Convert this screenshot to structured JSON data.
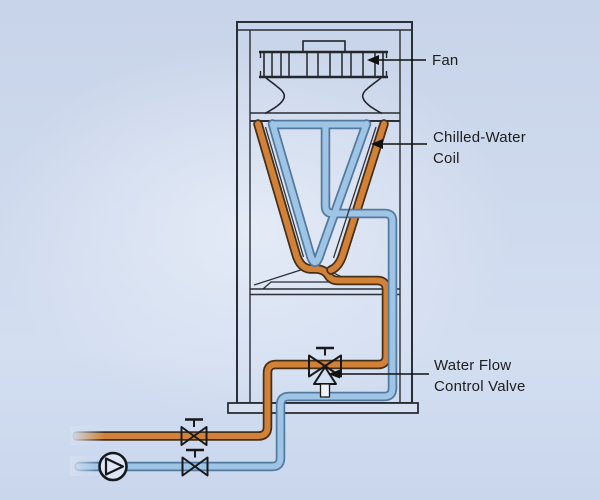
{
  "labels": {
    "fan": "Fan",
    "coil_line1": "Chilled-Water",
    "coil_line2": "Coil",
    "valve_line1": "Water Flow",
    "valve_line2": "Control Valve"
  },
  "icons": {
    "pump": "circle-with-right-triangle",
    "shutoff_valve": "bowtie-with-stem",
    "control_valve": "three-way-bowtie-with-stem",
    "leader_arrow": "left-pointing-filled-arrow"
  },
  "colors": {
    "background": "#cfdaee",
    "hot_water_pipe": "#d28238",
    "hot_water_pipe_outline": "#463categorize",
    "chilled_water_pipe": "#9fc5e6",
    "chilled_water_pipe_outline": "#54799e",
    "cabinet_line": "#2a2e35",
    "label_text": "#1d1d1d"
  }
}
